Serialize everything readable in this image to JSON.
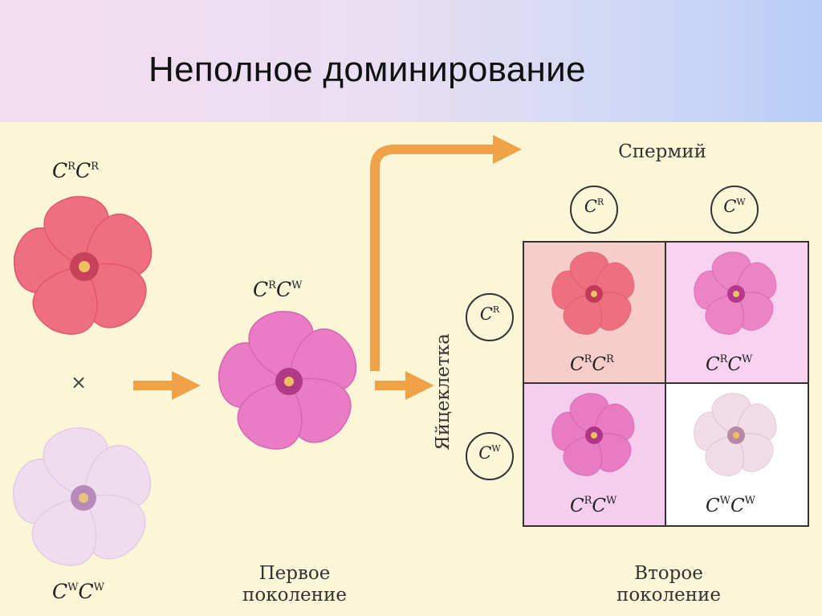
{
  "slide": {
    "title": "Неполное доминирование"
  },
  "parents": {
    "red_genotype": {
      "base1": "C",
      "sup1": "R",
      "base2": "C",
      "sup2": "R"
    },
    "white_genotype": {
      "base1": "C",
      "sup1": "W",
      "base2": "C",
      "sup2": "W"
    },
    "cross_symbol": "×"
  },
  "first_generation": {
    "genotype": {
      "base1": "C",
      "sup1": "R",
      "base2": "C",
      "sup2": "W"
    },
    "label_line1": "Первое",
    "label_line2": "поколение"
  },
  "second_generation": {
    "sperm_label": "Спермий",
    "egg_label": "Яйцеклетка",
    "sperm_alleles": [
      {
        "base": "C",
        "sup": "R"
      },
      {
        "base": "C",
        "sup": "W"
      }
    ],
    "egg_alleles": [
      {
        "base": "C",
        "sup": "R"
      },
      {
        "base": "C",
        "sup": "W"
      }
    ],
    "cells": [
      {
        "base1": "C",
        "sup1": "R",
        "base2": "C",
        "sup2": "R",
        "bg": "#f6cdc8",
        "petal": "#ee6f7e",
        "center": "#c2395a"
      },
      {
        "base1": "C",
        "sup1": "R",
        "base2": "C",
        "sup2": "W",
        "bg": "#f9d2f2",
        "petal": "#ec83c4",
        "center": "#b53a8c"
      },
      {
        "base1": "C",
        "sup1": "R",
        "base2": "C",
        "sup2": "W",
        "bg": "#f5cdef",
        "petal": "#e87bc2",
        "center": "#ae3588"
      },
      {
        "base1": "C",
        "sup1": "W",
        "base2": "C",
        "sup2": "W",
        "bg": "#ffffff",
        "petal": "#f1dde6",
        "center": "#b98aa4"
      }
    ],
    "label_line1": "Второе",
    "label_line2": "поколение"
  },
  "colors": {
    "arrow": "#f0a346",
    "red_flower": "#ee6f80",
    "pink_flower": "#e97cc4",
    "white_flower": "#efdcef"
  }
}
